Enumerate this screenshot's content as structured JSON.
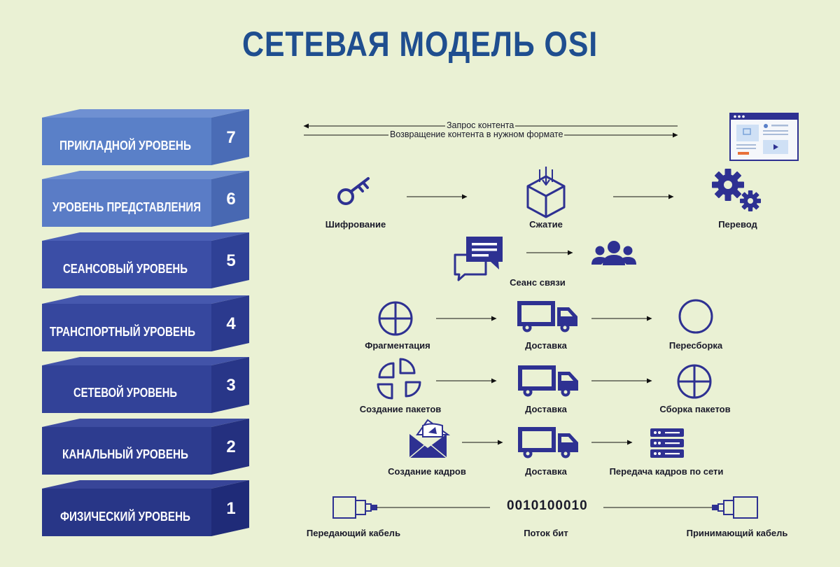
{
  "title": "СЕТЕВАЯ МОДЕЛЬ OSI",
  "layers": [
    {
      "name": "ПРИКЛАДНОЙ УРОВЕНЬ",
      "number": "7",
      "front": "#5a80c8",
      "top": "#6f90d2",
      "side": "#4a6cb6"
    },
    {
      "name": "УРОВЕНЬ ПРЕДСТАВЛЕНИЯ",
      "number": "6",
      "front": "#5a7cc6",
      "top": "#6d8ed0",
      "side": "#4868b2"
    },
    {
      "name": "СЕАНСОВЫЙ УРОВЕНЬ",
      "number": "5",
      "front": "#3b4ea6",
      "top": "#4b60b6",
      "side": "#2f4196"
    },
    {
      "name": "ТРАНСПОРТНЫЙ УРОВЕНЬ",
      "number": "4",
      "front": "#36479e",
      "top": "#4658ae",
      "side": "#2b3a8e"
    },
    {
      "name": "СЕТЕВОЙ УРОВЕНЬ",
      "number": "3",
      "front": "#324298",
      "top": "#4253a8",
      "side": "#283688"
    },
    {
      "name": "КАНАЛЬНЫЙ УРОВЕНЬ",
      "number": "2",
      "front": "#2d3c8f",
      "top": "#3d4ca0",
      "side": "#24307f"
    },
    {
      "name": "ФИЗИЧЕСКИЙ УРОВЕНЬ",
      "number": "1",
      "front": "#283687",
      "top": "#384598",
      "side": "#1f2b78"
    }
  ],
  "application": {
    "request": "Запрос контента",
    "response": "Возвращение контента в нужном формате"
  },
  "presentation": {
    "encryption": "Шифрование",
    "compression": "Сжатие",
    "translation": "Перевод"
  },
  "session": {
    "label": "Сеанс связи"
  },
  "transport": {
    "fragmentation": "Фрагментация",
    "delivery": "Доставка",
    "reassembly": "Пересборка"
  },
  "network": {
    "packet_creation": "Создание пакетов",
    "delivery": "Доставка",
    "packet_assembly": "Сборка пакетов"
  },
  "datalink": {
    "frame_creation": "Создание кадров",
    "delivery": "Доставка",
    "frame_transfer": "Передача кадров по сети"
  },
  "physical": {
    "sending_cable": "Передающий кабель",
    "bitstream": "Поток бит",
    "bits": "0010100010",
    "receiving_cable": "Принимающий кабель"
  },
  "colors": {
    "icon": "#2e3192",
    "background": "#eaf1d4",
    "title": "#1f4e8f"
  }
}
